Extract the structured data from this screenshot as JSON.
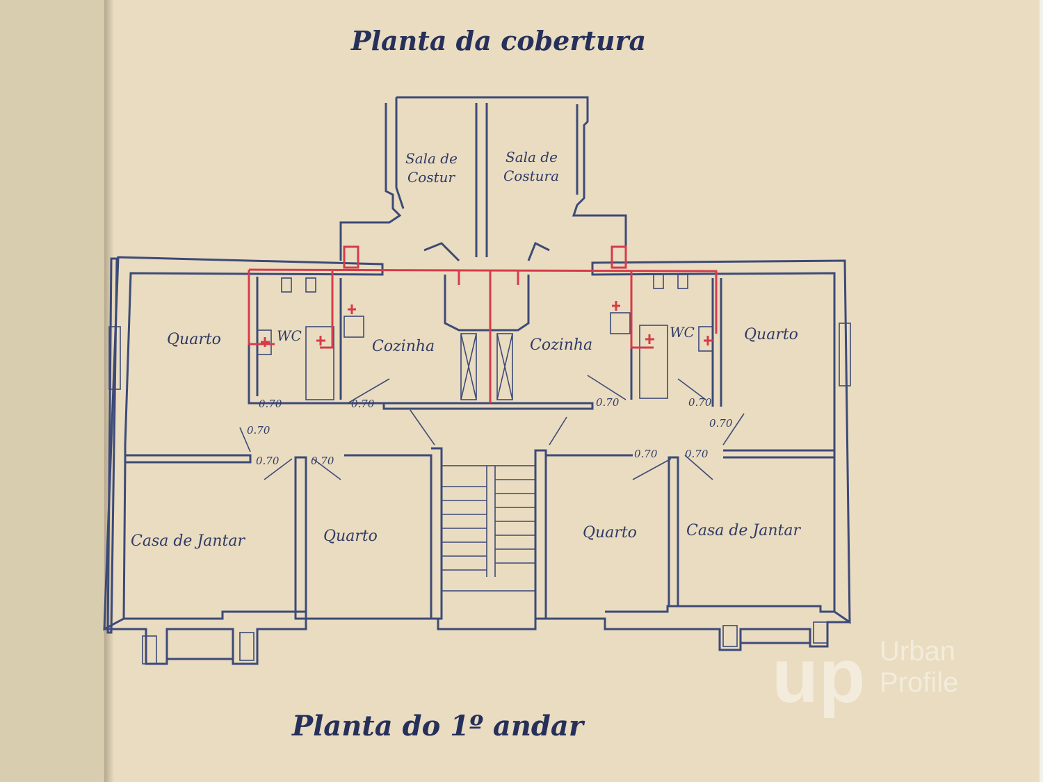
{
  "titles": {
    "top": "Planta da cobertura",
    "bottom": "Planta do 1º andar"
  },
  "rooms": {
    "sala_left_line1": "Sala de",
    "sala_left_line2": "Costur",
    "sala_right_line1": "Sala de",
    "sala_right_line2": "Costura",
    "quarto_top_left": "Quarto",
    "wc_left": "WC",
    "cozinha_left": "Cozinha",
    "cozinha_right": "Cozinha",
    "wc_right": "WC",
    "quarto_top_right": "Quarto",
    "casa_jantar_left": "Casa de Jantar",
    "quarto_bottom_left": "Quarto",
    "quarto_bottom_right": "Quarto",
    "casa_jantar_right": "Casa de Jantar"
  },
  "dimensions": {
    "door_width": "0.70"
  },
  "watermark": {
    "logo": "up",
    "line1": "Urban",
    "line2": "Profile"
  },
  "colors": {
    "ink": "#3d4a78",
    "red_pipe": "#d63b4a",
    "paper": "#e9dcc0"
  }
}
